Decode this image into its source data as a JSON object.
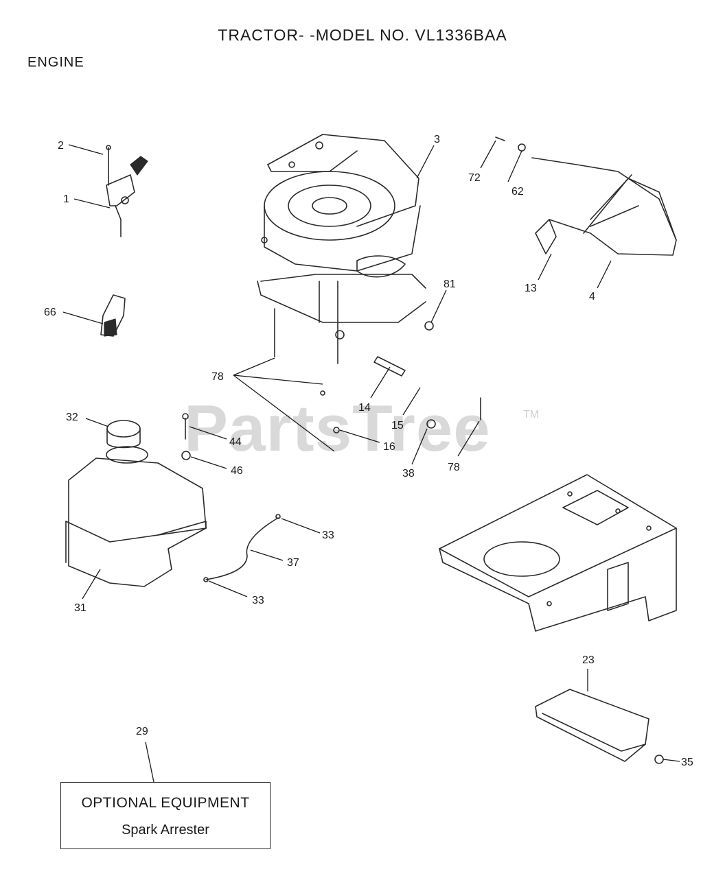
{
  "title": "TRACTOR- -MODEL NO. VL1336BAA",
  "section": "ENGINE",
  "watermark": "PartsTree",
  "watermark_tm": "TM",
  "callouts": [
    "2",
    "1",
    "3",
    "72",
    "62",
    "13",
    "4",
    "66",
    "81",
    "78",
    "14",
    "15",
    "16",
    "38",
    "78",
    "32",
    "44",
    "46",
    "33",
    "37",
    "33",
    "31",
    "23",
    "35",
    "29"
  ],
  "optional_box": {
    "heading": "OPTIONAL EQUIPMENT",
    "item": "Spark Arrester"
  }
}
